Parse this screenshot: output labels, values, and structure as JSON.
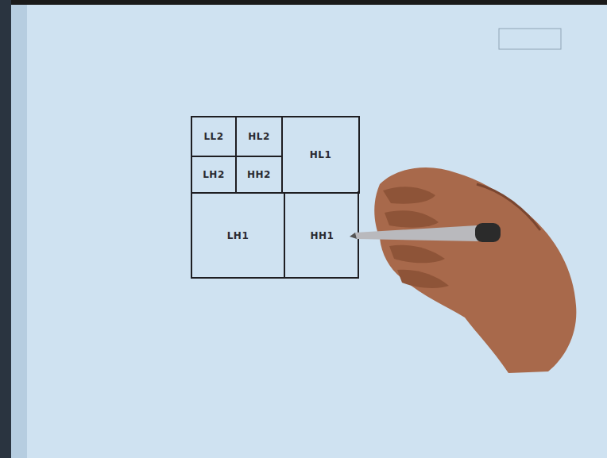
{
  "diagram": {
    "nodes": [
      {
        "text": [
          "LL2"
        ]
      },
      {
        "text": [
          "HL2"
        ]
      },
      {
        "text": [
          "LH2"
        ]
      },
      {
        "text": [
          "HH2"
        ]
      },
      {
        "text": [
          "HL1"
        ]
      },
      {
        "text": [
          "LH1"
        ]
      },
      {
        "text": [
          "HH1"
        ]
      }
    ]
  }
}
